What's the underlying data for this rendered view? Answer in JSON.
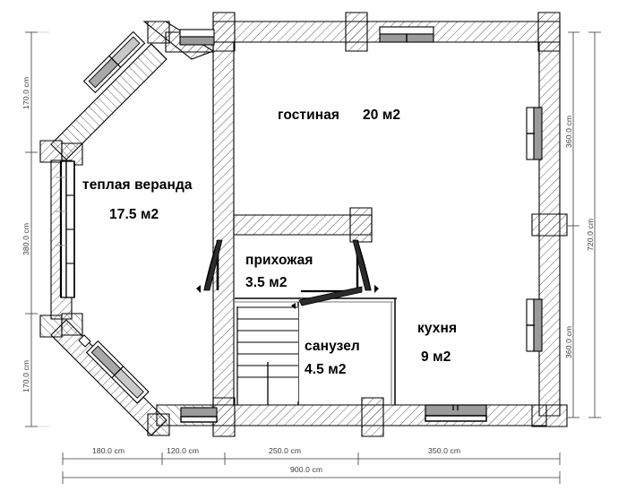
{
  "plan": {
    "title": "floor-plan",
    "rooms": [
      {
        "id": "gostinaya",
        "name": "гостиная",
        "area": "20 м2"
      },
      {
        "id": "veranda",
        "name": "теплая веранда",
        "area": "17.5 м2"
      },
      {
        "id": "prihozhaya",
        "name": "прихожая",
        "area": "3.5 м2"
      },
      {
        "id": "sanuzel",
        "name": "санузел",
        "area": "4.5 м2"
      },
      {
        "id": "kuhnya",
        "name": "кухня",
        "area": "9 м2"
      }
    ],
    "dimensions": {
      "left": [
        "170.0 cm",
        "380.0 cm",
        "170.0 cm"
      ],
      "right_inner": [
        "360.0 cm",
        "360.0 cm"
      ],
      "right_outer": [
        "720.0 cm"
      ],
      "bottom_segments": [
        "180.0 cm",
        "120.0 cm",
        "250.0 cm",
        "350.0 cm"
      ],
      "bottom_total": [
        "900.0 cm"
      ]
    },
    "colors": {
      "line": "#000000",
      "hatch": "#555555",
      "dimension": "#3a3a3a",
      "glass": "#8d8d8d",
      "background": "#ffffff"
    },
    "elements": {
      "stairs": "staircase",
      "doors": [
        "entry-door-veranda",
        "door-prihozhaya-left",
        "door-prihozhaya-right",
        "door-sanuzel"
      ],
      "windows": [
        "window-top-left",
        "window-top-right",
        "window-right-upper",
        "window-right-lower",
        "window-left-tall",
        "window-bottom-left",
        "window-bottom-kitchen"
      ]
    }
  }
}
